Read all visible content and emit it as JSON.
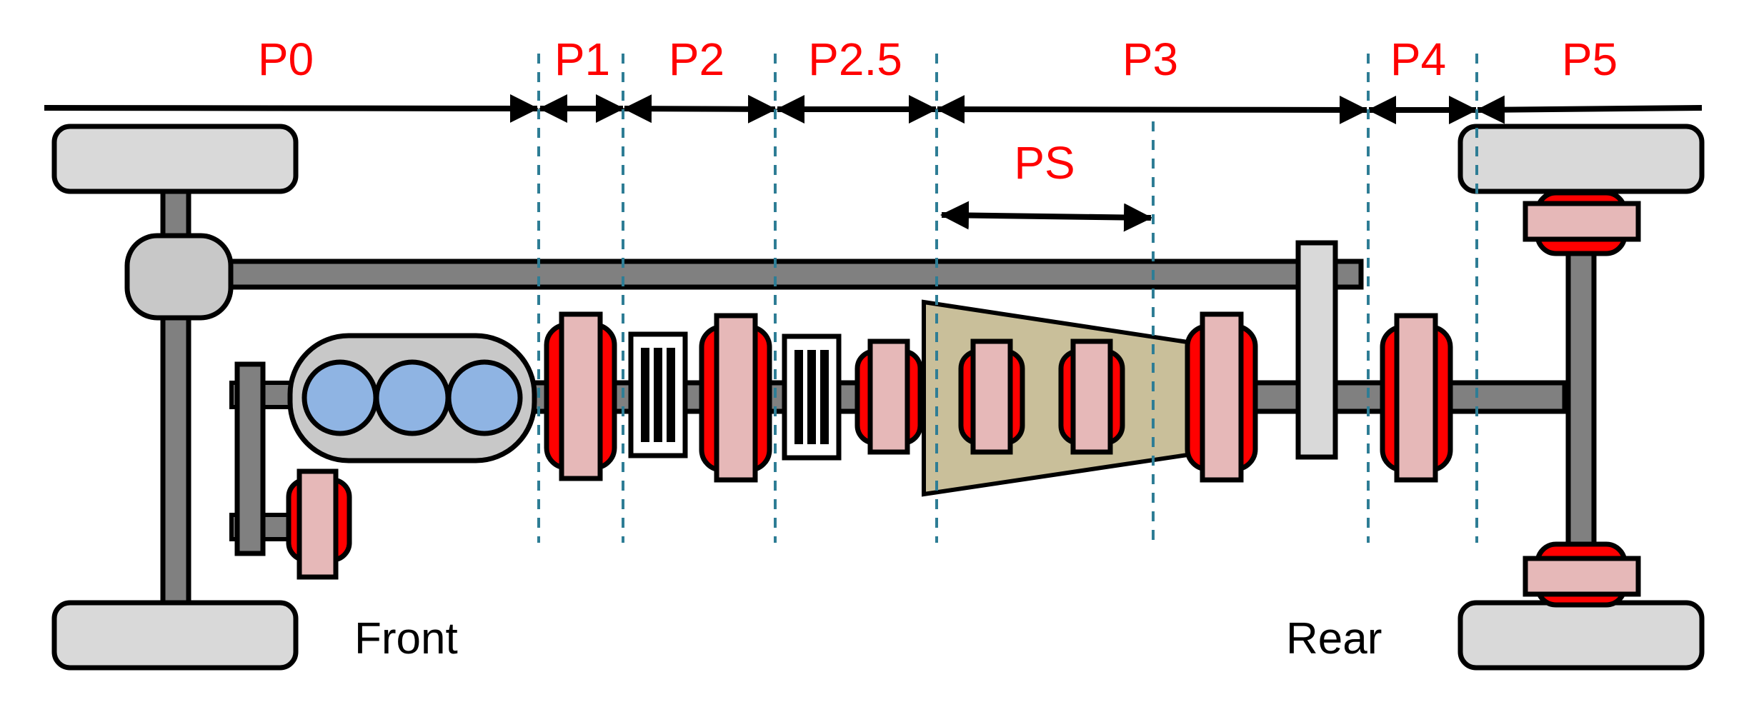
{
  "labels": {
    "p0": "P0",
    "p1": "P1",
    "p2": "P2",
    "p2_5": "P2.5",
    "p3": "P3",
    "p4": "P4",
    "p5": "P5",
    "ps": "PS",
    "front": "Front",
    "rear": "Rear"
  },
  "colors": {
    "label": "#ff0000",
    "marker_line": "#2e7d95",
    "shaft": "#808080",
    "wheel": "#d9d9d9",
    "engine_block": "#c8c8c8",
    "cylinder": "#8fb4e3",
    "motor_core": "#e6b8b8",
    "motor_rim": "#ff0000",
    "gearbox": "#c9bf9a",
    "differential": "#d9d9d9"
  }
}
